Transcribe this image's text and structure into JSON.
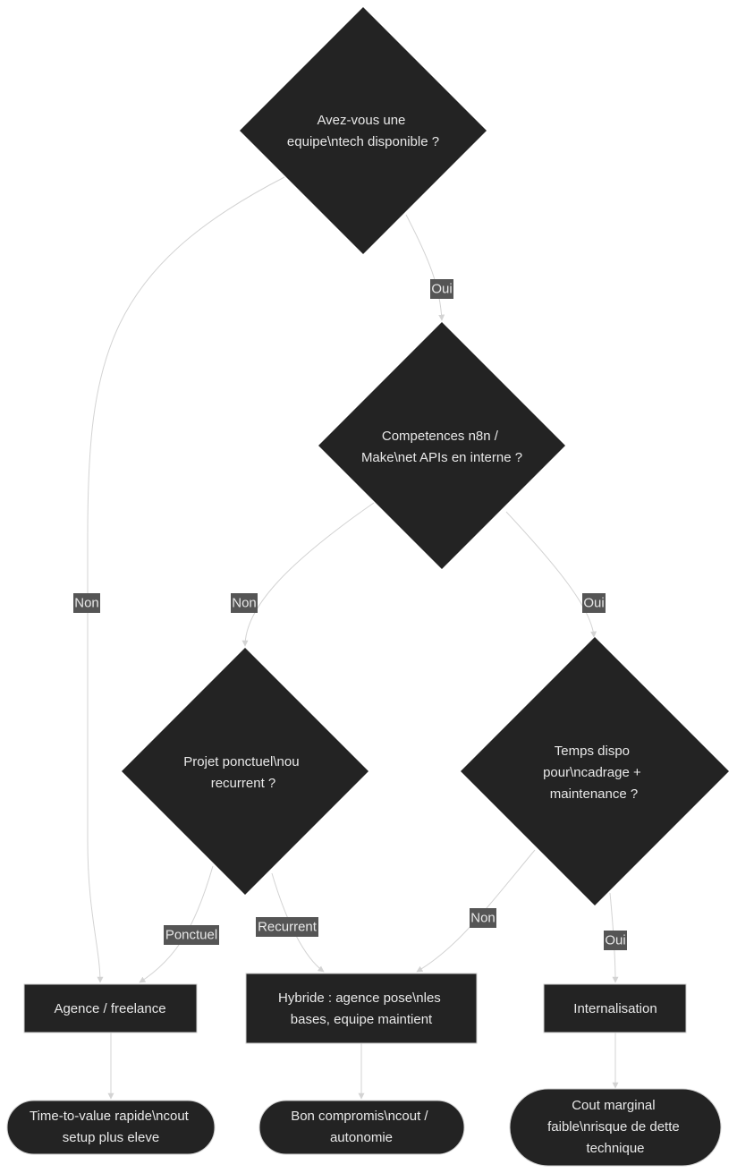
{
  "diagram": {
    "nodes": {
      "q_team": {
        "lines": [
          "Avez-vous une",
          "equipe\\ntech disponible ?"
        ]
      },
      "q_skills": {
        "lines": [
          "Competences n8n /",
          "Make\\net APIs en interne ?"
        ]
      },
      "q_project": {
        "lines": [
          "Projet ponctuel\\nou",
          "recurrent ?"
        ]
      },
      "q_time": {
        "lines": [
          "Temps dispo",
          "pour\\ncadrage +",
          "maintenance ?"
        ]
      },
      "agency": {
        "lines": [
          "Agence / freelance"
        ]
      },
      "hybrid": {
        "lines": [
          "Hybride : agence pose\\nles",
          "bases, equipe maintient"
        ]
      },
      "internal": {
        "lines": [
          "Internalisation"
        ]
      },
      "out_agency": {
        "lines": [
          "Time-to-value rapide\\ncout",
          "setup plus eleve"
        ]
      },
      "out_hybrid": {
        "lines": [
          "Bon compromis\\ncout /",
          "autonomie"
        ]
      },
      "out_internal": {
        "lines": [
          "Cout marginal",
          "faible\\nrisque de dette",
          "technique"
        ]
      }
    },
    "edge_labels": {
      "team_no": "Non",
      "team_yes": "Oui",
      "skills_no": "Non",
      "skills_yes": "Oui",
      "project_ponctuel": "Ponctuel",
      "project_recurrent": "Recurrent",
      "time_no": "Non",
      "time_yes": "Oui"
    }
  }
}
